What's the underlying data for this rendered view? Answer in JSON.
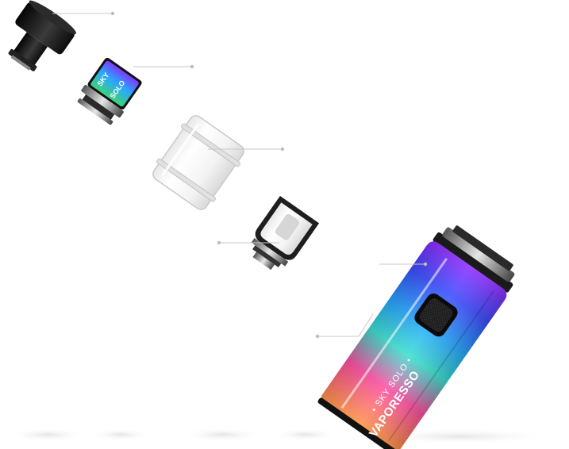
{
  "device": {
    "brand": "VAPORESSO",
    "model": "• SKY SOLO •",
    "cell_left": "SKY",
    "cell_right": "SOLO"
  },
  "callouts": [
    {
      "id": "drip-tip",
      "label": ""
    },
    {
      "id": "top-cap",
      "label": ""
    },
    {
      "id": "glass-tube",
      "label": ""
    },
    {
      "id": "coil",
      "label": ""
    },
    {
      "id": "battery",
      "label": ""
    },
    {
      "id": "fire-button",
      "label": ""
    }
  ],
  "colors": {
    "leader_line": "#c8c8c8",
    "dot": "#bdbdbd",
    "metal_dark": "#1c1c1c",
    "rainbow": [
      "#7a2cff",
      "#2f5bff",
      "#27b3ff",
      "#39e0c0",
      "#ff4fa3",
      "#ff9a3c"
    ]
  }
}
